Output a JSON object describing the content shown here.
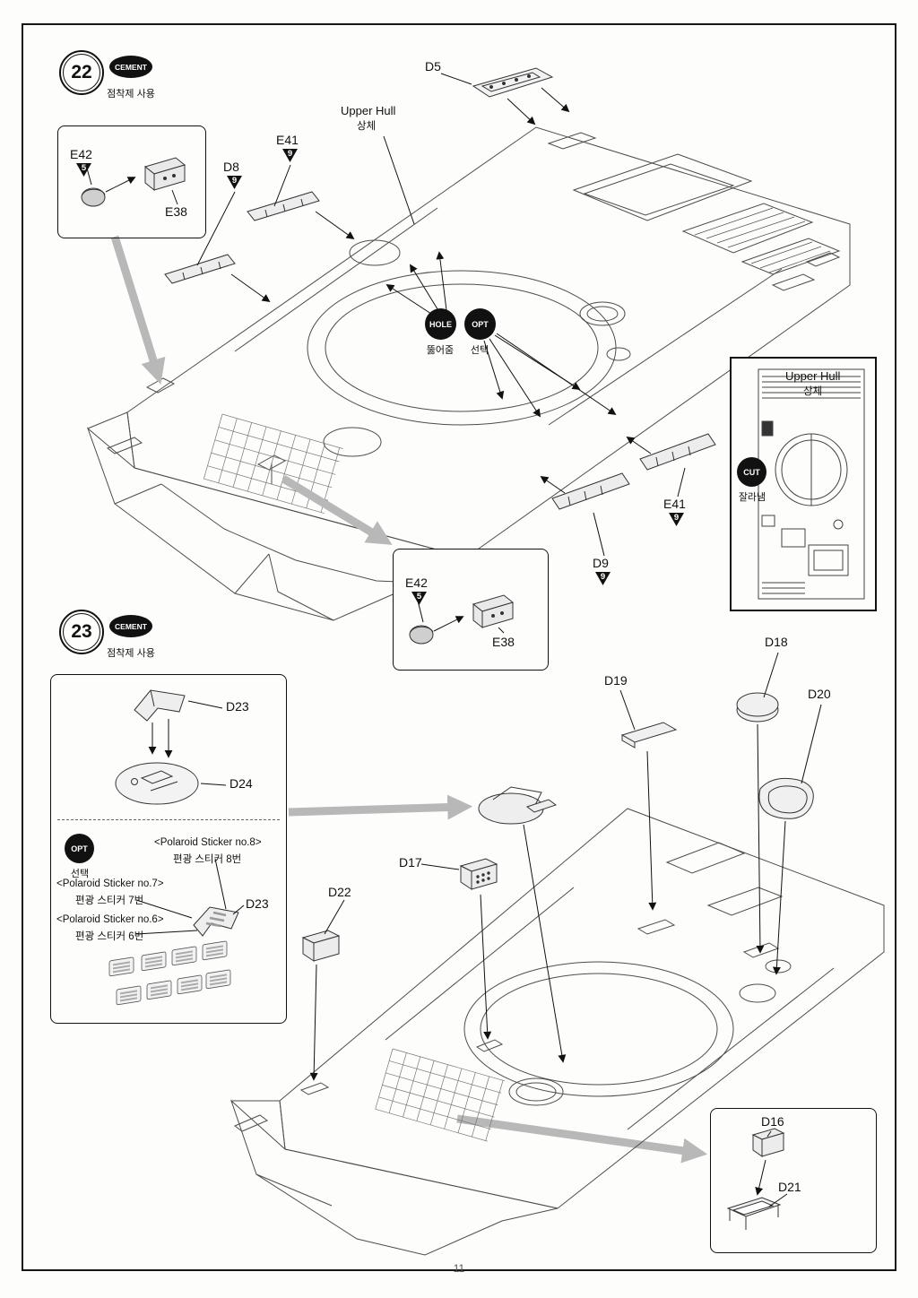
{
  "page": {
    "number": "11"
  },
  "badges": {
    "cement_label": "CEMENT",
    "cement_caption": "점착제 사용",
    "hole_label": "HOLE",
    "hole_caption": "뚫어줌",
    "opt_label": "OPT",
    "opt_caption": "선택",
    "cut_label": "CUT",
    "cut_caption": "잘라냄"
  },
  "step22": {
    "number": "22",
    "upper_hull": "Upper Hull",
    "upper_hull_korean": "상체",
    "parts": {
      "d5": "D5",
      "e41_top": "E41",
      "e41_top_qty": "9",
      "d8": "D8",
      "d8_qty": "9",
      "e42_left": "E42",
      "e42_left_qty": "5",
      "e38_left": "E38",
      "e41_side": "E41",
      "e41_side_qty": "9",
      "d9": "D9",
      "d9_qty": "9",
      "e42_center": "E42",
      "e42_center_qty": "5",
      "e38_center": "E38"
    },
    "inset": {
      "title": "Upper Hull",
      "title_korean": "상체"
    }
  },
  "step23": {
    "number": "23",
    "parts": {
      "d23_assembly": "D23",
      "d24": "D24",
      "d23_sticker": "D23",
      "d17": "D17",
      "d18": "D18",
      "d19": "D19",
      "d20": "D20",
      "d22": "D22",
      "d16": "D16",
      "d21": "D21"
    },
    "stickers": {
      "no8": "<Polaroid Sticker no.8>",
      "no8_korean": "편광 스티커 8번",
      "no7": "<Polaroid Sticker no.7>",
      "no7_korean": "편광 스티커 7번",
      "no6": "<Polaroid Sticker no.6>",
      "no6_korean": "편광 스티커 6번"
    }
  }
}
